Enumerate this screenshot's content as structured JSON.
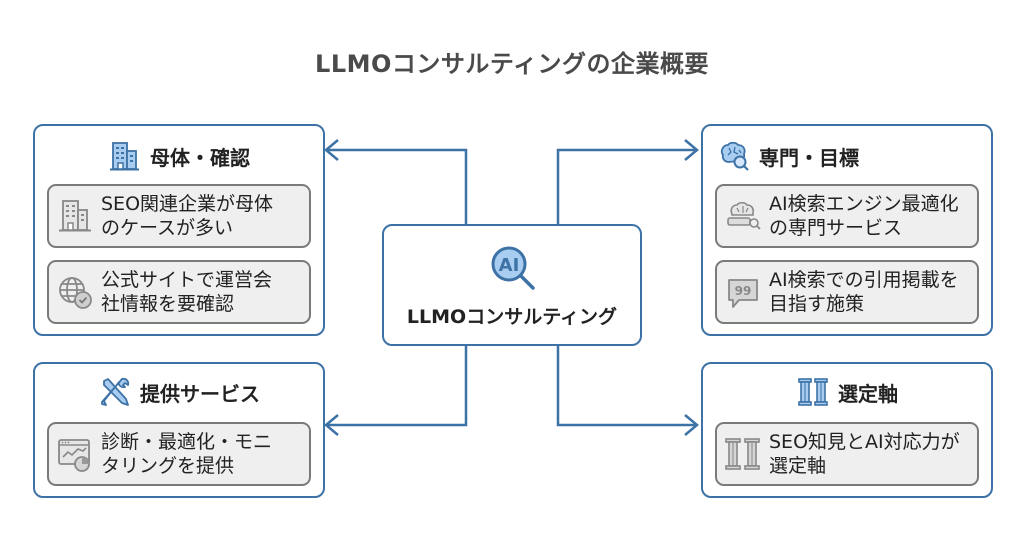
{
  "title": "LLMOコンサルティングの企業概要",
  "center": {
    "label": "LLMOコンサルティング",
    "icon": "ai-search-icon"
  },
  "colors": {
    "accent": "#3d72a6",
    "icon_fill": "#a9cdf0",
    "item_bg": "#efefef",
    "item_border": "#7a7a7a",
    "icon_gray": "#8a8a8a"
  },
  "boxes": {
    "parent": {
      "heading": "母体・確認",
      "icon": "building-icon",
      "items": [
        {
          "text": "SEO関連企業が母体のケースが多い",
          "line1": "SEO関連企業が母体",
          "line2": "のケースが多い",
          "icon": "building-icon"
        },
        {
          "text": "公式サイトで運営会社情報を要確認",
          "line1": "公式サイトで運営会",
          "line2": "社情報を要確認",
          "icon": "globe-check-icon"
        }
      ]
    },
    "specialty": {
      "heading": "専門・目標",
      "icon": "brain-search-icon",
      "items": [
        {
          "text": "AI検索エンジン最適化の専門サービス",
          "line1": "AI検索エンジン最適化",
          "line2": "の専門サービス",
          "icon": "brain-searchbar-icon"
        },
        {
          "text": "AI検索での引用掲載を目指す施策",
          "line1": "AI検索での引用掲載を",
          "line2": "目指す施策",
          "icon": "quote-bubble-icon"
        }
      ]
    },
    "services": {
      "heading": "提供サービス",
      "icon": "tools-icon",
      "items": [
        {
          "text": "診断・最適化・モニタリングを提供",
          "line1": "診断・最適化・モニ",
          "line2": "タリングを提供",
          "icon": "analytics-window-icon"
        }
      ]
    },
    "criteria": {
      "heading": "選定軸",
      "icon": "pillars-icon",
      "items": [
        {
          "text": "SEO知見とAI対応力が選定軸",
          "line1": "SEO知見とAI対応力が",
          "line2": "選定軸",
          "icon": "pillars-icon"
        }
      ]
    }
  }
}
